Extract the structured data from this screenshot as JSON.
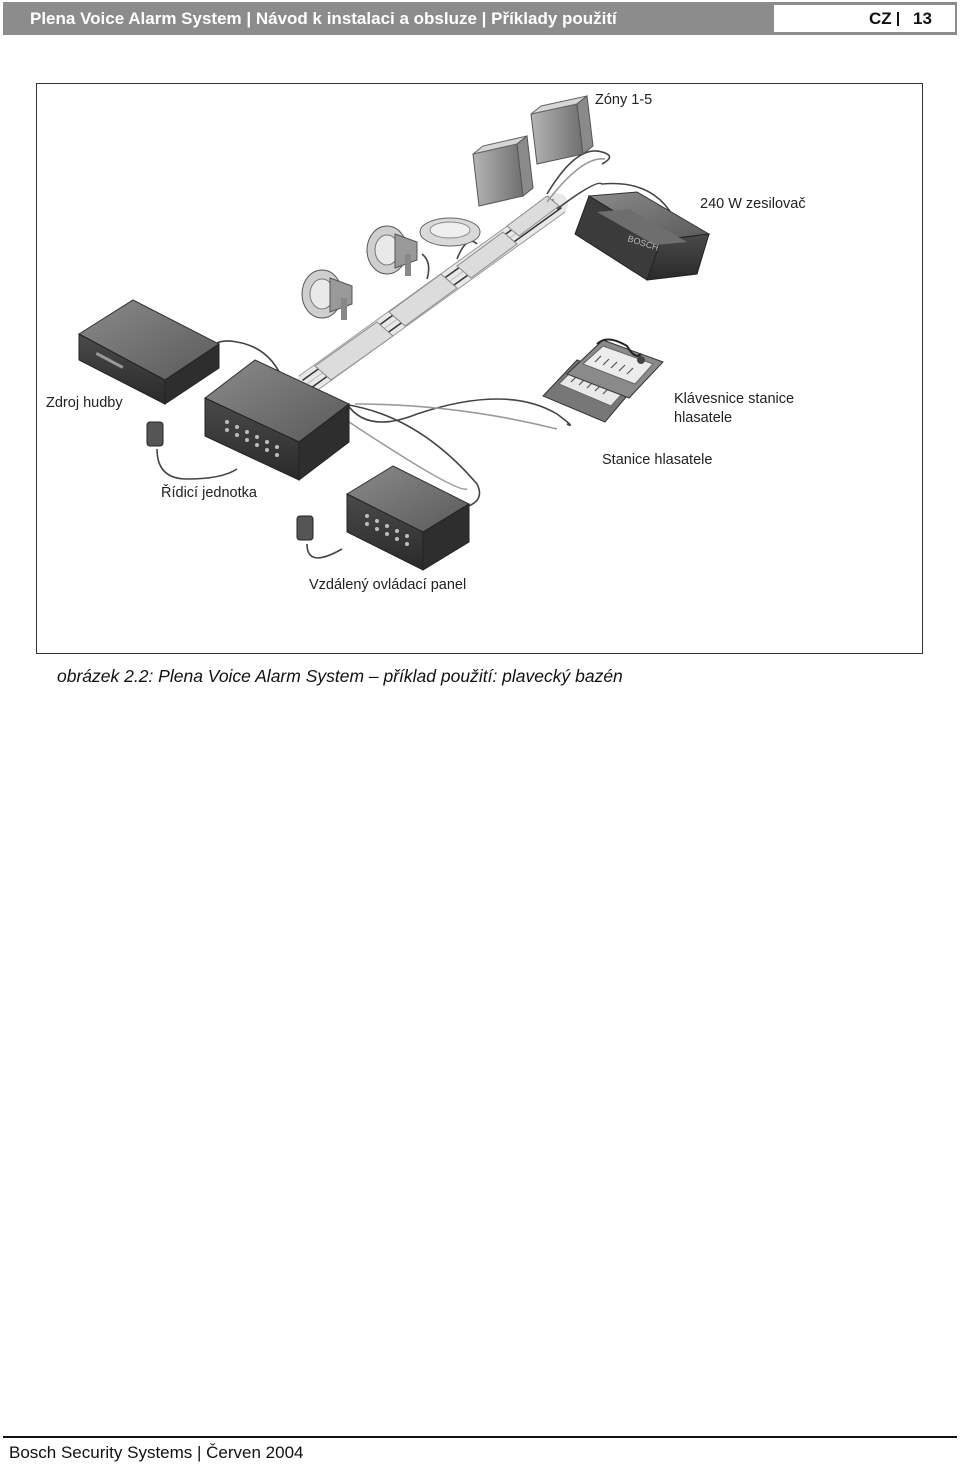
{
  "header": {
    "title": "Plena Voice Alarm System | Návod k instalaci a obsluze | Příklady použití",
    "lang": "CZ",
    "page": "13"
  },
  "figure": {
    "labels": {
      "zones": "Zóny 1-5",
      "amplifier": "240 W zesilovač",
      "music_source": "Zdroj hudby",
      "keypad_line1": "Klávesnice stanice",
      "keypad_line2": "hlasatele",
      "call_station": "Stanice hlasatele",
      "controller": "Řídicí jednotka",
      "remote_panel": "Vzdálený ovládací panel"
    },
    "device_brand": "BOSCH"
  },
  "caption": "obrázek 2.2: Plena Voice Alarm System – příklad použití: plavecký bazén",
  "footer": "Bosch Security Systems | Červen 2004"
}
